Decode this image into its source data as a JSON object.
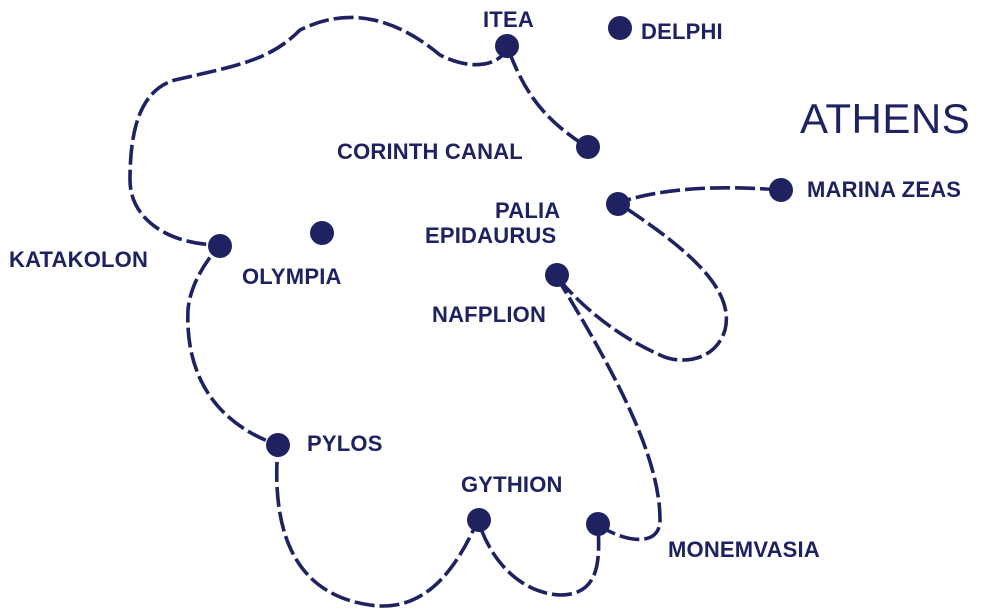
{
  "colors": {
    "ink": "#1f2260",
    "background": "#ffffff"
  },
  "places": {
    "itea": "ITEA",
    "delphi": "DELPHI",
    "athens": "ATHENS",
    "corinth_canal": "CORINTH CANAL",
    "palia_epidaurus_line1": "PALIA",
    "palia_epidaurus_line2": "EPIDAURUS",
    "marina_zeas": "MARINA ZEAS",
    "katakolon": "KATAKOLON",
    "olympia": "OLYMPIA",
    "nafplion": "NAFPLION",
    "pylos": "PYLOS",
    "gythion": "GYTHION",
    "monemvasia": "MONEMVASIA"
  }
}
